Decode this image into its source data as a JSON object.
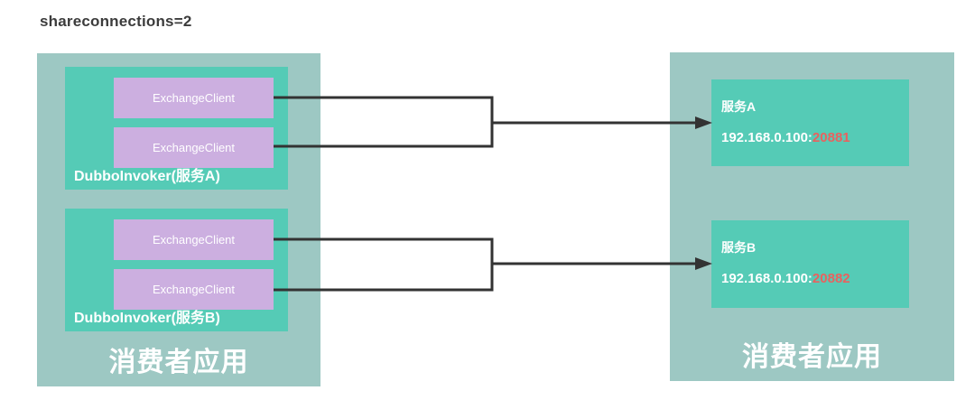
{
  "title": "shareconnections=2",
  "colors": {
    "container_bg": "#9dc8c3",
    "inner_box_bg": "#55cbb6",
    "client_box_bg": "#ccafe0",
    "port_accent": "#e8625f",
    "arrow": "#333333",
    "title_text": "#3c3c3c",
    "label_text": "#ffffff"
  },
  "consumer_app": {
    "label": "消费者应用",
    "invokers": [
      {
        "label": "DubboInvoker(服务A)",
        "clients": [
          "ExchangeClient",
          "ExchangeClient"
        ]
      },
      {
        "label": "DubboInvoker(服务B)",
        "clients": [
          "ExchangeClient",
          "ExchangeClient"
        ]
      }
    ]
  },
  "provider_app": {
    "label": "消费者应用",
    "services": [
      {
        "name": "服务A",
        "ip": "192.168.0.100:",
        "port": "20881"
      },
      {
        "name": "服务B",
        "ip": "192.168.0.100:",
        "port": "20882"
      }
    ]
  }
}
